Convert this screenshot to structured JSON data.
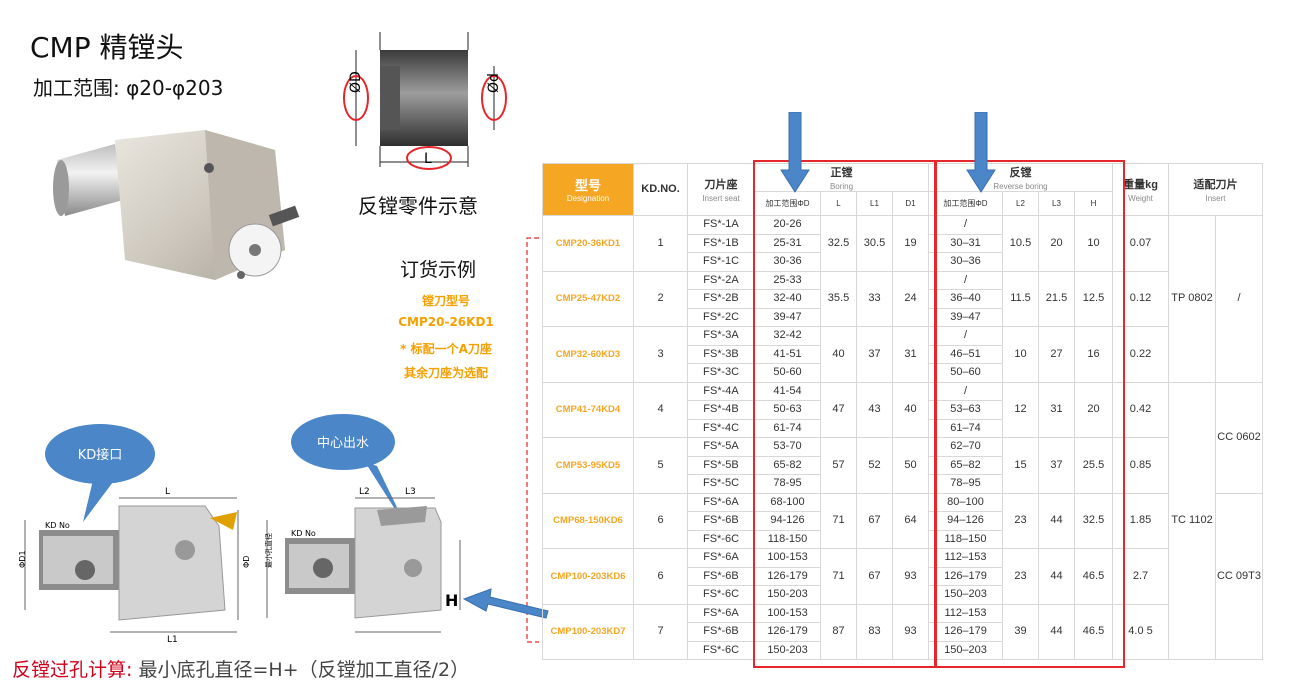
{
  "title": "CMP 精镗头",
  "range": "加工范围: φ20-φ203",
  "part_caption": "反镗零件示意",
  "part_labels": {
    "D": "ØD",
    "d": "Ød",
    "L": "L"
  },
  "order": {
    "title": "订货示例",
    "lines": [
      "镗刀型号",
      "CMP20-26KD1",
      "* 标配一个A刀座",
      "其余刀座为选配"
    ]
  },
  "bubbles": {
    "kd": "KD接口",
    "coolant": "中心出水"
  },
  "drawing_labels": {
    "kd_no": "KD No",
    "kd_no2": "KD No",
    "L": "L",
    "L1": "L1",
    "L2": "L2",
    "L3": "L3",
    "D1": "ΦD1",
    "D": "ΦD",
    "min_hole": "最小孔直径",
    "H": "H"
  },
  "calc": {
    "label": "反镗过孔计算:",
    "formula": "最小底孔直径=H+（反镗加工直径/2）"
  },
  "table": {
    "headers": {
      "designation": "型号",
      "designation_en": "Designation",
      "kd": "KD.NO.",
      "insert_seat": "刀片座",
      "insert_seat_en": "Insert seat",
      "boring": "正镗",
      "boring_en": "Boring",
      "reverse": "反镗",
      "reverse_en": "Reverse boring",
      "weight": "重量kg",
      "weight_en": "Weight",
      "insert": "适配刀片",
      "insert_en": "Insert",
      "range_d": "加工范围ΦD",
      "L": "L",
      "L1": "L1",
      "D1": "D1",
      "range_d2": "加工范围ΦD",
      "L2": "L2",
      "L3": "L3",
      "H": "H"
    },
    "groups": [
      {
        "model": "CMP20-36KD1",
        "kd": "1",
        "seats": [
          "FS*-1A",
          "FS*-1B",
          "FS*-1C"
        ],
        "boring": [
          "20-26",
          "25-31",
          "30-36"
        ],
        "L": "32.5",
        "L1": "30.5",
        "D1": "19",
        "reverse": [
          "/",
          "30–31",
          "30–36"
        ],
        "L2": "10.5",
        "L3": "20",
        "H": "10",
        "weight": "0.07"
      },
      {
        "model": "CMP25-47KD2",
        "kd": "2",
        "seats": [
          "FS*-2A",
          "FS*-2B",
          "FS*-2C"
        ],
        "boring": [
          "25-33",
          "32-40",
          "39-47"
        ],
        "L": "35.5",
        "L1": "33",
        "D1": "24",
        "reverse": [
          "/",
          "36–40",
          "39–47"
        ],
        "L2": "11.5",
        "L3": "21.5",
        "H": "12.5",
        "weight": "0.12"
      },
      {
        "model": "CMP32-60KD3",
        "kd": "3",
        "seats": [
          "FS*-3A",
          "FS*-3B",
          "FS*-3C"
        ],
        "boring": [
          "32-42",
          "41-51",
          "50-60"
        ],
        "L": "40",
        "L1": "37",
        "D1": "31",
        "reverse": [
          "/",
          "46–51",
          "50–60"
        ],
        "L2": "10",
        "L3": "27",
        "H": "16",
        "weight": "0.22"
      },
      {
        "model": "CMP41-74KD4",
        "kd": "4",
        "seats": [
          "FS*-4A",
          "FS*-4B",
          "FS*-4C"
        ],
        "boring": [
          "41-54",
          "50-63",
          "61-74"
        ],
        "L": "47",
        "L1": "43",
        "D1": "40",
        "reverse": [
          "/",
          "53–63",
          "61–74"
        ],
        "L2": "12",
        "L3": "31",
        "H": "20",
        "weight": "0.42"
      },
      {
        "model": "CMP53-95KD5",
        "kd": "5",
        "seats": [
          "FS*-5A",
          "FS*-5B",
          "FS*-5C"
        ],
        "boring": [
          "53-70",
          "65-82",
          "78-95"
        ],
        "L": "57",
        "L1": "52",
        "D1": "50",
        "reverse": [
          "62–70",
          "65–82",
          "78–95"
        ],
        "L2": "15",
        "L3": "37",
        "H": "25.5",
        "weight": "0.85"
      },
      {
        "model": "CMP68-150KD6",
        "kd": "6",
        "seats": [
          "FS*-6A",
          "FS*-6B",
          "FS*-6C"
        ],
        "boring": [
          "68-100",
          "94-126",
          "118-150"
        ],
        "L": "71",
        "L1": "67",
        "D1": "64",
        "reverse": [
          "80–100",
          "94–126",
          "118–150"
        ],
        "L2": "23",
        "L3": "44",
        "H": "32.5",
        "weight": "1.85"
      },
      {
        "model": "CMP100-203KD6",
        "kd": "6",
        "seats": [
          "FS*-6A",
          "FS*-6B",
          "FS*-6C"
        ],
        "boring": [
          "100-153",
          "126-179",
          "150-203"
        ],
        "L": "71",
        "L1": "67",
        "D1": "93",
        "reverse": [
          "112–153",
          "126–179",
          "150–203"
        ],
        "L2": "23",
        "L3": "44",
        "H": "46.5",
        "weight": "2.7"
      },
      {
        "model": "CMP100-203KD7",
        "kd": "7",
        "seats": [
          "FS*-6A",
          "FS*-6B",
          "FS*-6C"
        ],
        "boring": [
          "100-153",
          "126-179",
          "150-203"
        ],
        "L": "87",
        "L1": "83",
        "D1": "93",
        "reverse": [
          "112–153",
          "126–179",
          "150–203"
        ],
        "L2": "39",
        "L3": "44",
        "H": "46.5",
        "weight": "4.0 5"
      }
    ],
    "insert_col1": [
      "TP 0802",
      "TC 1102"
    ],
    "insert_col2": [
      "/",
      "CC 0602",
      "CC 09T3"
    ]
  },
  "colors": {
    "accent": "#f5a623",
    "red": "#e5262a",
    "arrow": "#4a86c8",
    "bubble": "#4a86c8"
  }
}
